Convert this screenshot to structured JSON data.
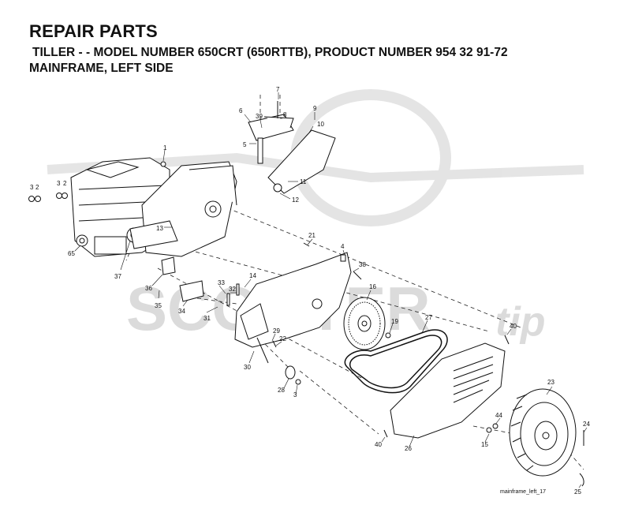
{
  "header": {
    "title": "REPAIR PARTS",
    "subtitle": "TILLER - - MODEL NUMBER 650CRT (650RTTB), PRODUCT NUMBER 954 32 91-72",
    "section": "MAINFRAME, LEFT SIDE"
  },
  "watermark": {
    "brand": "SCOOTER",
    "suffix": "tip"
  },
  "footer": {
    "filename": "mainframe_left_17"
  },
  "callouts": [
    "7",
    "6",
    "39",
    "8",
    "9",
    "10",
    "5",
    "1",
    "11",
    "12",
    "3",
    "2",
    "3",
    "2",
    "13",
    "65",
    "37",
    "36",
    "35",
    "34",
    "33",
    "32",
    "31",
    "14",
    "21",
    "4",
    "38",
    "16",
    "19",
    "27",
    "40",
    "30",
    "29",
    "22",
    "28",
    "3",
    "23",
    "44",
    "24",
    "15",
    "26",
    "40",
    "25"
  ]
}
